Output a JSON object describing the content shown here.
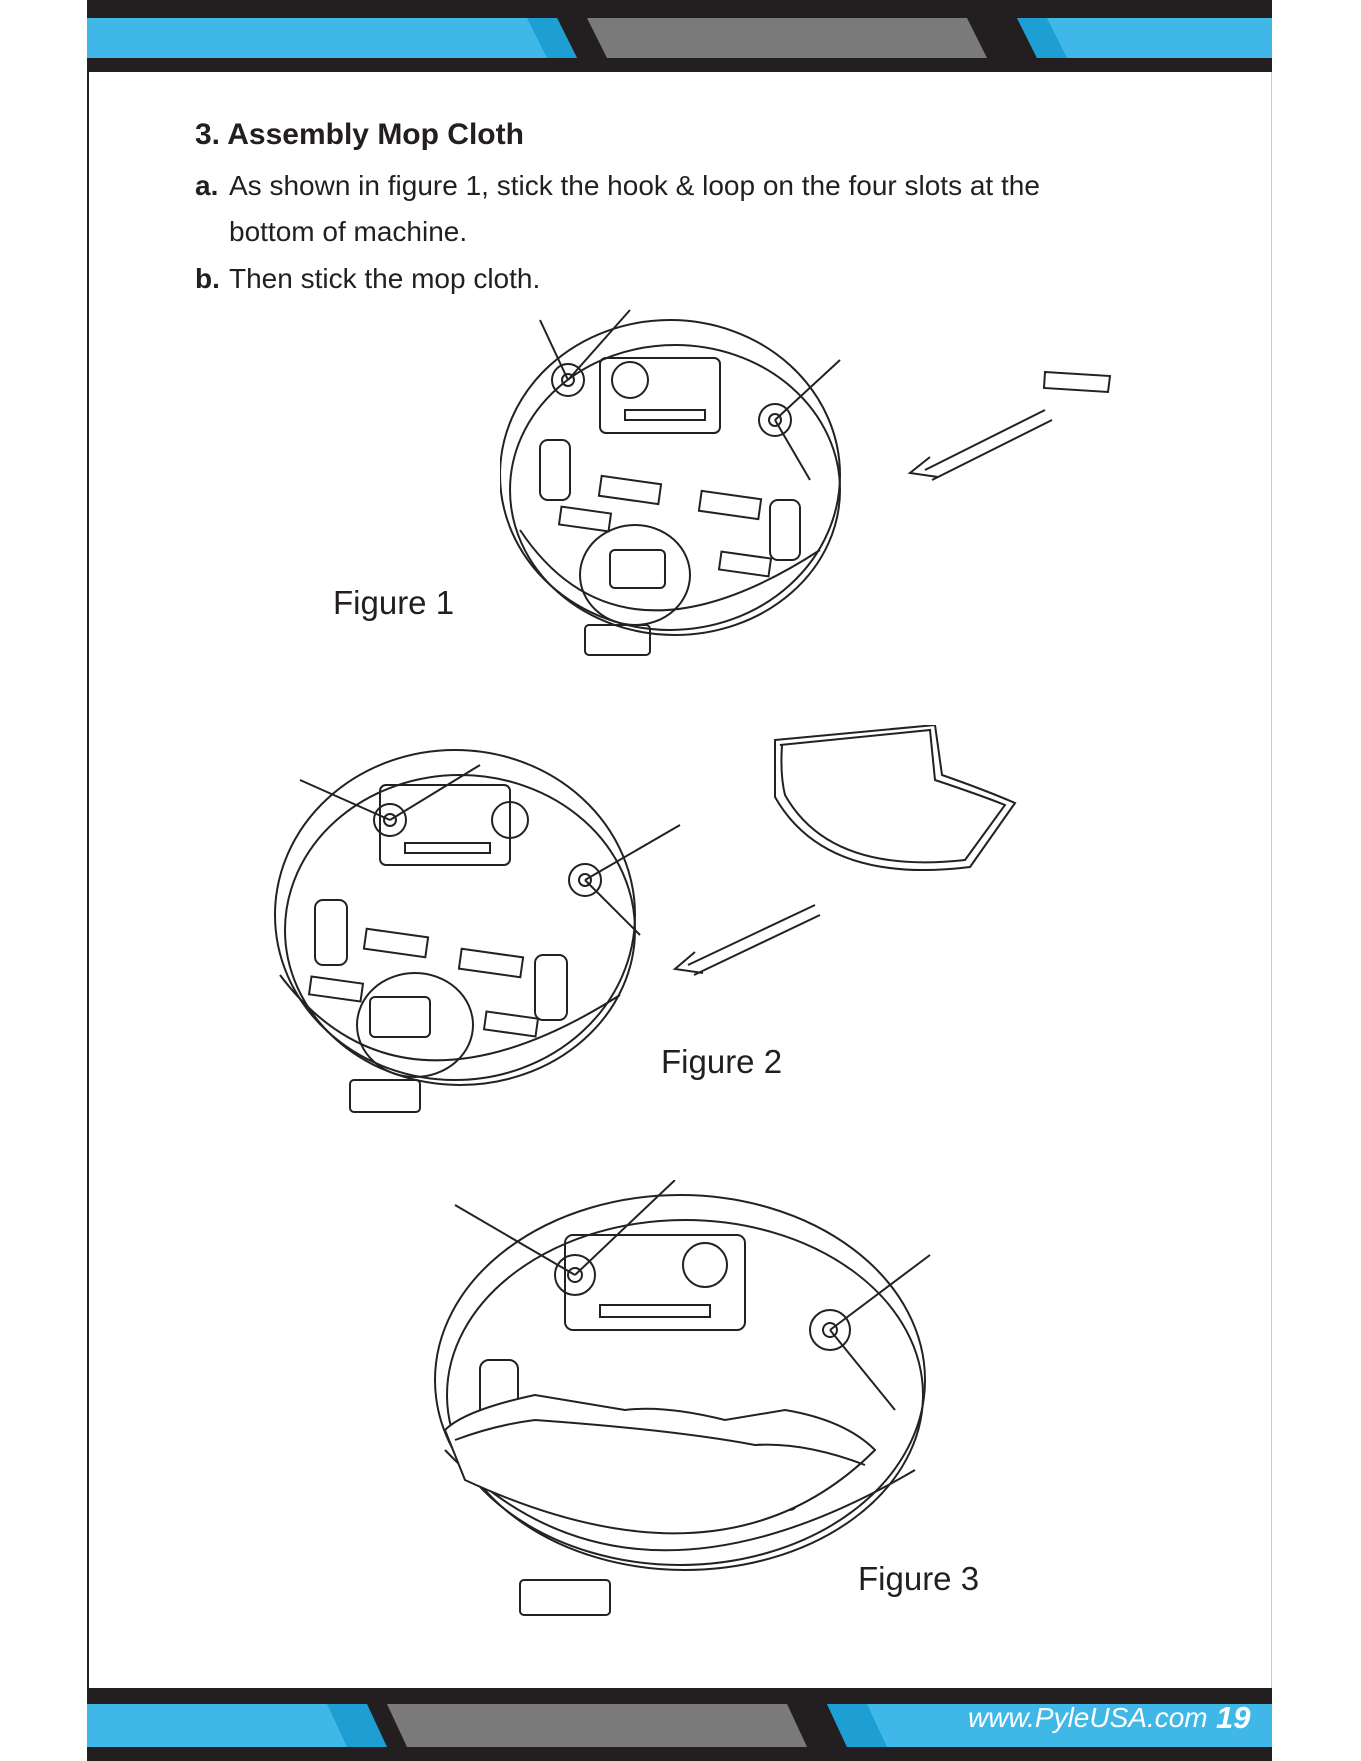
{
  "section": {
    "title": "3. Assembly Mop Cloth",
    "steps": [
      {
        "label": "a.",
        "text": "As shown in figure 1, stick the hook & loop on the four slots at the",
        "continuation": "bottom of machine."
      },
      {
        "label": "b.",
        "text": "Then stick the mop cloth.",
        "continuation": ""
      }
    ]
  },
  "figures": [
    {
      "label": "Figure  1"
    },
    {
      "label": "Figure  2"
    },
    {
      "label": "Figure  3"
    }
  ],
  "footer": {
    "url": "www.PyleUSA.com",
    "page_number": "19"
  },
  "colors": {
    "band_dark": "#231f20",
    "band_blue": "#3fb8e8",
    "band_gray": "#7a7a7a"
  }
}
